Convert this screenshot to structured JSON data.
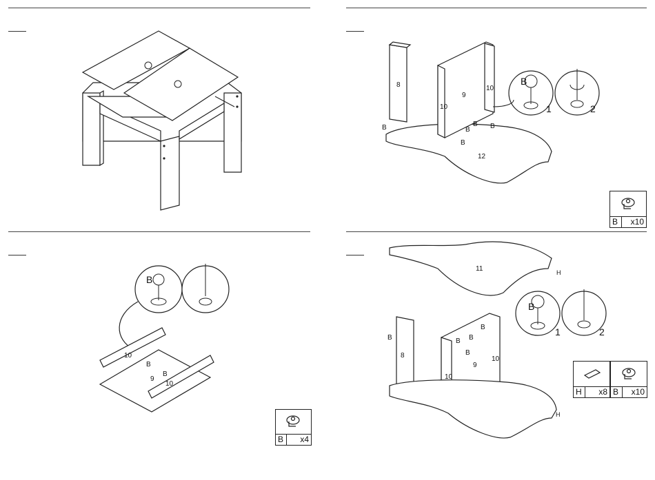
{
  "steps": [
    {
      "id": "step-1",
      "labels": []
    },
    {
      "id": "step-2",
      "labels": [
        "8",
        "9",
        "10",
        "10",
        "12",
        "B",
        "B",
        "B",
        "B",
        "B"
      ],
      "callout": {
        "tool_label": "B",
        "stage_1": "1",
        "stage_2": "2"
      },
      "parts": [
        {
          "letter": "B",
          "qty": "x10",
          "icon": "cam-lock-icon"
        }
      ]
    },
    {
      "id": "step-3",
      "labels": [
        "10",
        "9",
        "10",
        "B",
        "B"
      ],
      "callout": {
        "tool_label": "B"
      },
      "parts": [
        {
          "letter": "B",
          "qty": "x4",
          "icon": "cam-lock-icon"
        }
      ]
    },
    {
      "id": "step-4",
      "labels": [
        "11",
        "8",
        "9",
        "10",
        "10",
        "B",
        "B",
        "B",
        "B",
        "B",
        "H",
        "H"
      ],
      "callout": {
        "tool_label": "B",
        "stage_1": "1",
        "stage_2": "2"
      },
      "parts": [
        {
          "letter": "H",
          "qty": "x8",
          "icon": "dowel-icon"
        },
        {
          "letter": "B",
          "qty": "x10",
          "icon": "cam-lock-icon"
        }
      ]
    }
  ],
  "colors": {
    "line": "#222222",
    "background": "#ffffff"
  }
}
